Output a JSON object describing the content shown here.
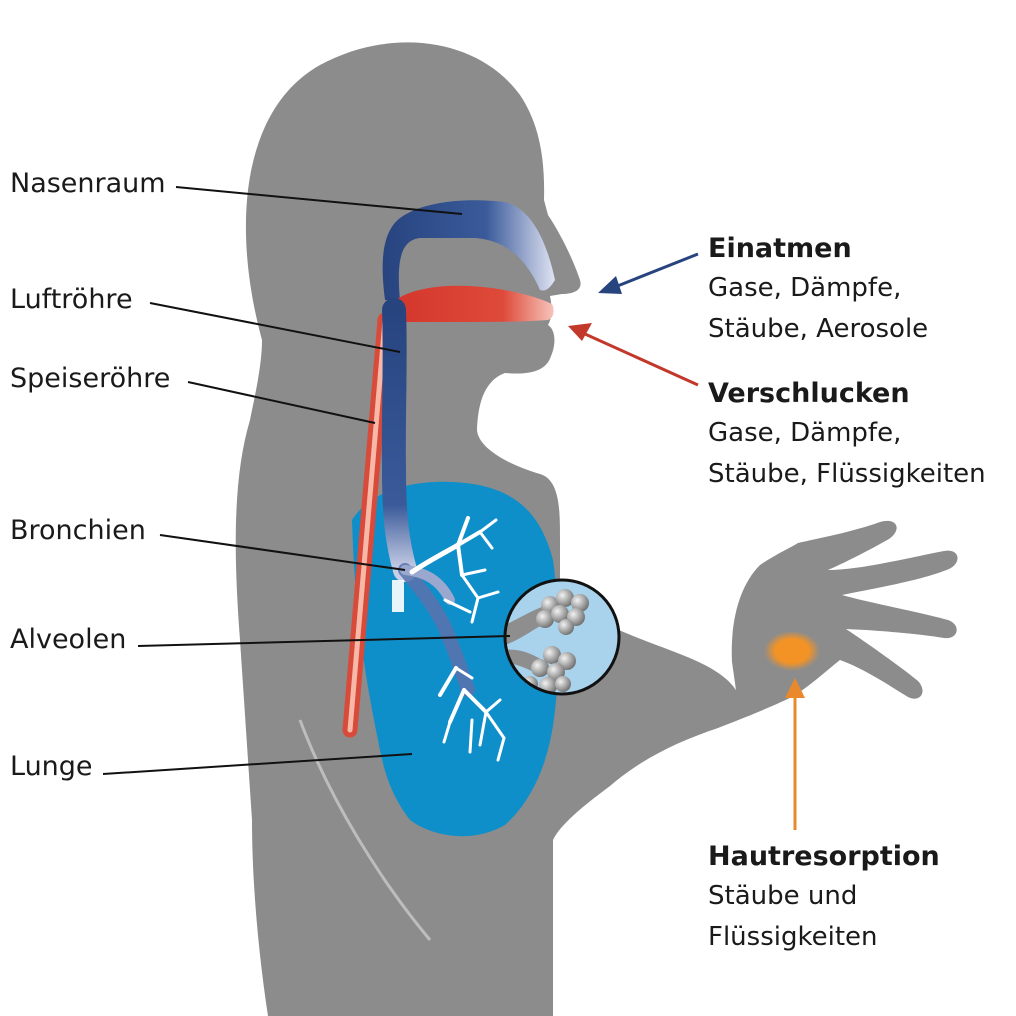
{
  "labels": {
    "nasenraum": "Nasenraum",
    "luftroehre": "Luftröhre",
    "speiseroehre": "Speiseröhre",
    "bronchien": "Bronchien",
    "alveolen": "Alveolen",
    "lunge": "Lunge"
  },
  "routes": {
    "einatmen": {
      "title": "Einatmen",
      "line1": "Gase, Dämpfe,",
      "line2": "Stäube, Aerosole",
      "color": "#27447f"
    },
    "verschlucken": {
      "title": "Verschlucken",
      "line1": "Gase, Dämpfe,",
      "line2": "Stäube, Flüssigkeiten",
      "color": "#c2392b"
    },
    "hautresorption": {
      "title": "Hautresorption",
      "line1": "Stäube und",
      "line2": "Flüssigkeiten",
      "color": "#e9892b"
    }
  },
  "colors": {
    "body": "#8c8c8c",
    "lung": "#0e8fca",
    "airway": "#27447f",
    "esophagus": "#d84a3a",
    "skin_spot": "#f39325",
    "alveoli_bg": "#a9d3ec"
  }
}
